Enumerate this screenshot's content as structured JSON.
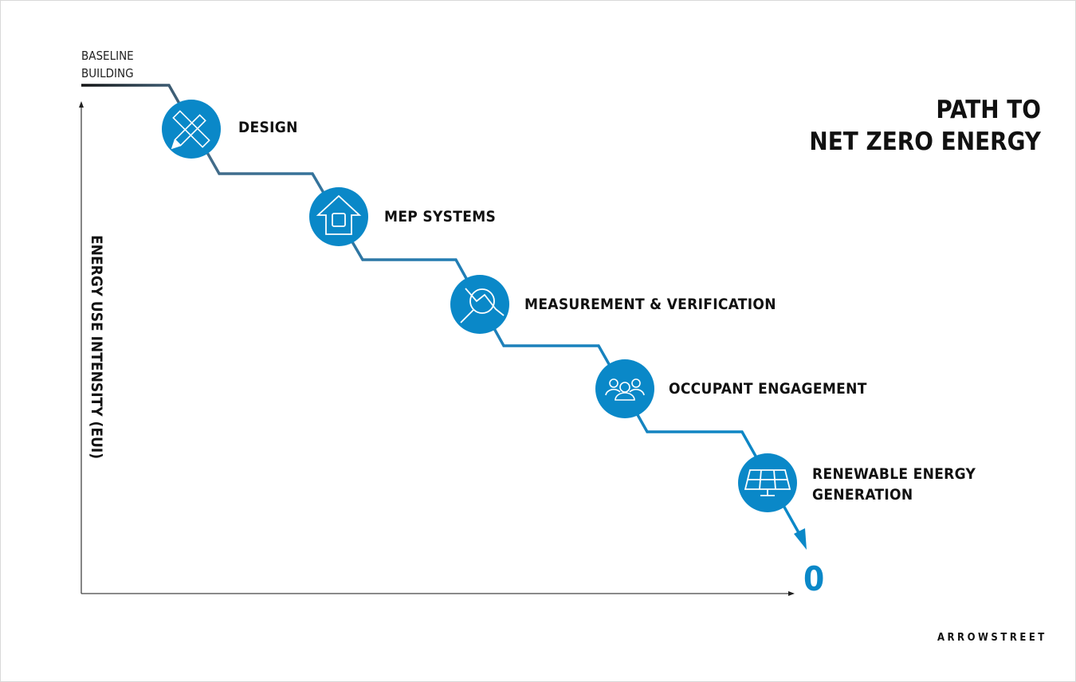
{
  "title": {
    "line1": "PATH TO",
    "line2": "NET ZERO ENERGY"
  },
  "baseline": {
    "line1": "BASELINE",
    "line2": "BUILDING"
  },
  "y_axis_label": "ENERGY USE INTENSITY (EUI)",
  "zero_label": "0",
  "brand": "ARROWSTREET",
  "accent_color": "#0a88c8",
  "steps": [
    {
      "label": "DESIGN",
      "icon": "pencil-ruler-icon"
    },
    {
      "label": "MEP SYSTEMS",
      "icon": "house-cycle-icon"
    },
    {
      "label": "MEASUREMENT & VERIFICATION",
      "icon": "magnifier-chart-icon"
    },
    {
      "label": "OCCUPANT ENGAGEMENT",
      "icon": "people-group-icon"
    },
    {
      "label": "RENEWABLE ENERGY",
      "label2": "GENERATION",
      "icon": "solar-panel-icon"
    }
  ]
}
